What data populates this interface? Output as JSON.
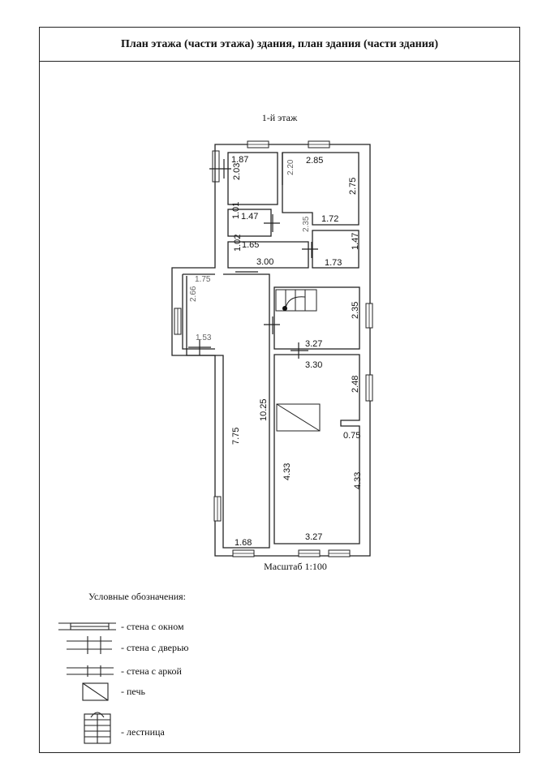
{
  "header": {
    "title": "План этажа (части этажа) здания, план здания (части здания)"
  },
  "plan": {
    "floor_label": "1-й этаж",
    "scale_label": "Масштаб 1:100",
    "dimensions": {
      "d187": "1.87",
      "d203": "2.03",
      "d220": "2.20",
      "d285": "2.85",
      "d275": "2.75",
      "d101": "1.01",
      "d147a": "1.47",
      "d172": "1.72",
      "d235a": "2.35",
      "d102": "1.02",
      "d165": "1.65",
      "d300": "3.00",
      "d173": "1.73",
      "d147b": "1.47",
      "d175": "1.75",
      "d266": "2.66",
      "d153": "1.53",
      "d235b": "2.35",
      "d327a": "3.27",
      "d330": "3.30",
      "d248": "2.48",
      "d075": "0.75",
      "d1025": "10.25",
      "d775": "7.75",
      "d433a": "4.33",
      "d433b": "4.33",
      "d168": "1.68",
      "d327b": "3.27"
    }
  },
  "legend": {
    "title": "Условные обозначения:",
    "items": [
      {
        "icon": "wall-with-window-icon",
        "label": "- стена с окном"
      },
      {
        "icon": "wall-with-door-icon",
        "label": "- стена с дверью"
      },
      {
        "icon": "wall-with-arch-icon",
        "label": "- стена с аркой"
      },
      {
        "icon": "stove-icon",
        "label": "- печь"
      },
      {
        "icon": "staircase-icon",
        "label": "- лестница"
      }
    ]
  }
}
